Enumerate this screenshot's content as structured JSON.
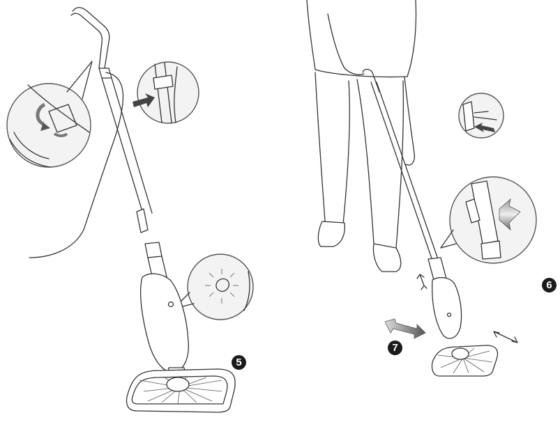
{
  "steps": [
    {
      "number": "5",
      "label": "step-5"
    },
    {
      "number": "6",
      "label": "step-6"
    },
    {
      "number": "7",
      "label": "step-7"
    }
  ],
  "colors": {
    "line": "#333333",
    "badge": "#1a1a1a",
    "arrow_gradient_dark": "#555555",
    "arrow_gradient_light": "#dddddd",
    "lens_fill": "#f3f3f3"
  }
}
